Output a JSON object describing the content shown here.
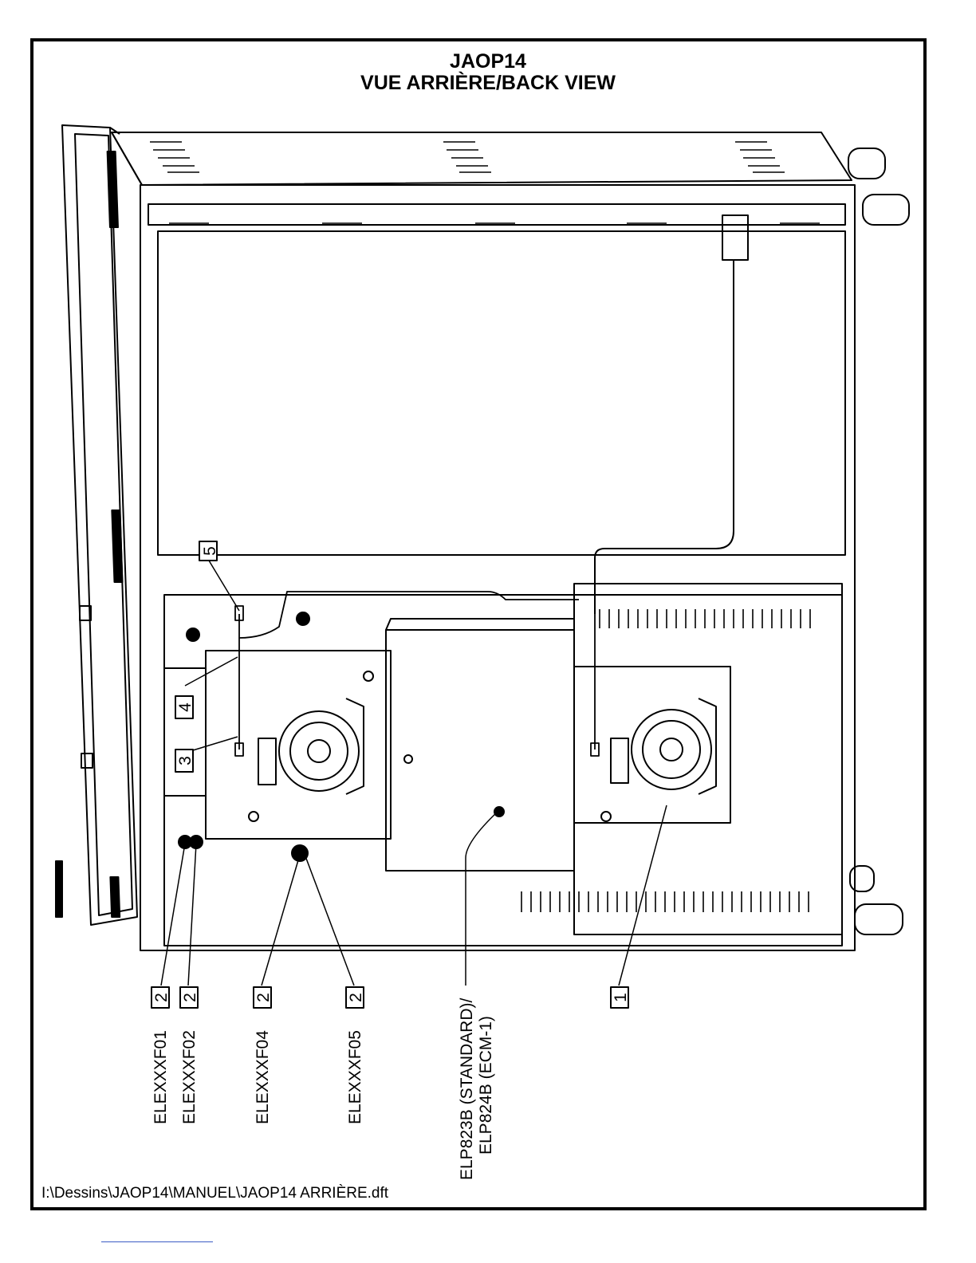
{
  "title_line1": "JAOP14",
  "title_line2": "VUE ARRIÈRE/BACK VIEW",
  "file_path": "I:\\Dessins\\JAOP14\\MANUEL\\JAOP14 ARRIÈRE.dft",
  "item_balloons": [
    "1",
    "2",
    "3",
    "4",
    "5"
  ],
  "part_labels": {
    "f01": "ELEXXXF01",
    "f02": "ELEXXXF02",
    "f04": "ELEXXXF04",
    "f05": "ELEXXXF05",
    "elp_line1": "ELP823B (STANDARD)/",
    "elp_line2": "ELP824B (ECM-1)"
  },
  "callouts": [
    {
      "balloon": "2",
      "label_key": "f01"
    },
    {
      "balloon": "2",
      "label_key": "f02"
    },
    {
      "balloon": "2",
      "label_key": "f04"
    },
    {
      "balloon": "2",
      "label_key": "f05"
    },
    {
      "balloon": "1",
      "label_key": ""
    }
  ]
}
